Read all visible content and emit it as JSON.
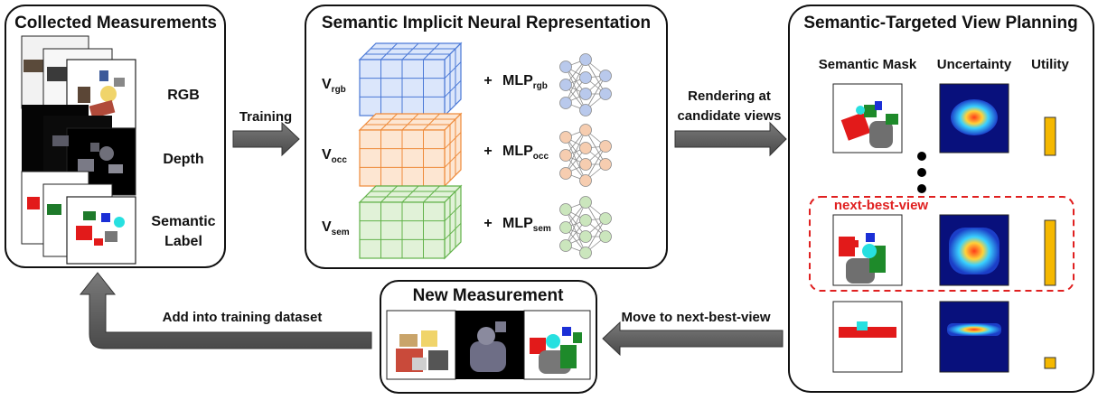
{
  "collected": {
    "title": "Collected Measurements",
    "rgb_label": "RGB",
    "depth_label": "Depth",
    "semantic_label_line1": "Semantic",
    "semantic_label_line2": "Label"
  },
  "arrows": {
    "training": "Training",
    "rendering_line1": "Rendering at",
    "rendering_line2": "candidate views",
    "move": "Move to next-best-view",
    "add": "Add into training dataset"
  },
  "sinr": {
    "title": "Semantic Implicit Neural Representation",
    "plus": "+",
    "rows": [
      {
        "v": "V",
        "v_sub": "rgb",
        "mlp": "MLP",
        "mlp_sub": "rgb",
        "color": "#4a78d6",
        "fill": "#dbe6fb",
        "node_color": "#b9c9ec"
      },
      {
        "v": "V",
        "v_sub": "occ",
        "mlp": "MLP",
        "mlp_sub": "occ",
        "color": "#ee8a3a",
        "fill": "#fde6d2",
        "node_color": "#f6cdb0"
      },
      {
        "v": "V",
        "v_sub": "sem",
        "mlp": "MLP",
        "mlp_sub": "sem",
        "color": "#62b24a",
        "fill": "#e1f2d8",
        "node_color": "#cbe6bd"
      }
    ]
  },
  "planning": {
    "title": "Semantic-Targeted View Planning",
    "col_semantic": "Semantic Mask",
    "col_uncertainty": "Uncertainty",
    "col_utility": "Utility",
    "next_best_label": "next-best-view",
    "utility_values": [
      0.35,
      0.6,
      0.1
    ],
    "highlight_color": "#e02020",
    "utility_color": "#f5b800"
  },
  "new_measurement": {
    "title": "New Measurement"
  },
  "icons": {
    "arrow": "block-arrow-icon",
    "cube": "voxel-grid-icon",
    "mlp": "neural-network-icon"
  }
}
